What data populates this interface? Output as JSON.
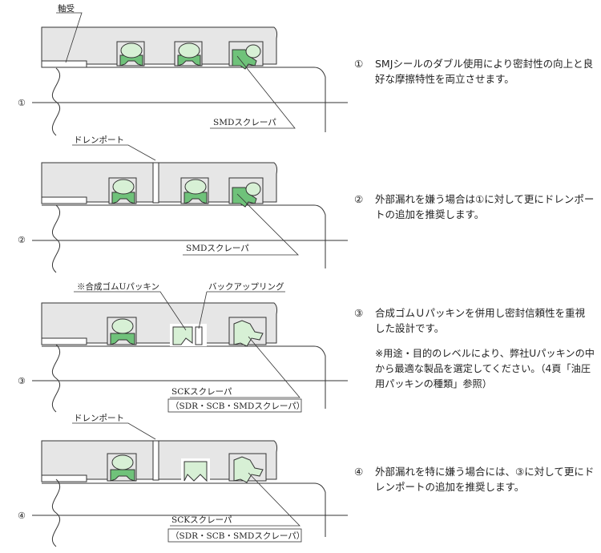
{
  "labels": {
    "bearing": "軸受",
    "smd_scraper": "SMDスクレーパ",
    "drain_port": "ドレンポート",
    "rubber_u": "※合成ゴムUパッキン",
    "backup_ring": "バックアップリング",
    "sck_scraper": "SCKスクレーパ",
    "sck_sub": "（SDR・SCB・SMDスクレーパ）"
  },
  "panels": [
    {
      "marker": "①",
      "text": "SMJシールのダブル使用により密封性の向上と良好な摩擦特性を両立させます。"
    },
    {
      "marker": "②",
      "text": "外部漏れを嫌う場合は①に対して更にドレンポートの追加を推奨します。"
    },
    {
      "marker": "③",
      "text": "合成ゴムＵパッキンを併用し密封信頼性を重視した設計です。",
      "note": "※用途・目的のレベルにより、弊社Uパッキンの中から最適な製品を選定してください。（4頁「油圧用パッキンの種類」参照）"
    },
    {
      "marker": "④",
      "text": "外部漏れを特に嫌う場合には、③に対して更にドレンポートの追加を推奨します。"
    }
  ],
  "colors": {
    "housing": "#e6e6e6",
    "seal_dark": "#6fc27a",
    "seal_light": "#d7f0d5",
    "outline": "#333333"
  }
}
